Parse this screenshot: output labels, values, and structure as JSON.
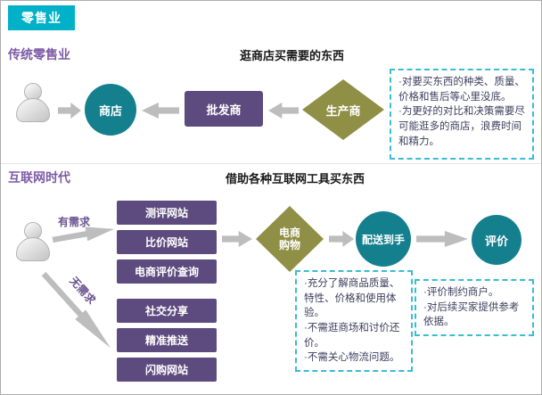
{
  "badge": {
    "label": "零售业"
  },
  "colors": {
    "accent_cyan": "#00b1c8",
    "node_purple": "#5d4a7e",
    "node_teal": "#14808e",
    "node_olive": "#8f8f45",
    "note_border": "#38bdd2",
    "title_purple": "#7d5ba6",
    "arrow_gray": "#bdbdbd"
  },
  "traditional": {
    "title": "传统零售业",
    "subtitle": "逛商店买需要的东西",
    "store": "商店",
    "wholesaler": "批发商",
    "producer": "生产商",
    "note": [
      "·对要买东西的种类、质量、价格和售后等心里没底。",
      "·为更好的对比和决策需要尽可能逛多的商店，浪费时间和精力。"
    ]
  },
  "internet": {
    "title": "互联网时代",
    "subtitle": "借助各种互联网工具买东西",
    "label_demand": "有需求",
    "label_no_demand": "无需求",
    "tools": [
      "测评网站",
      "比价网站",
      "电商评价查询",
      "社交分享",
      "精准推送",
      "闪购网站"
    ],
    "shopping": "电商购物",
    "delivery": "配送到手",
    "review": "评价",
    "note_shopping": [
      "·充分了解商品质量、特性、价格和使用体验。",
      "·不需逛商场和讨价还价。",
      "·不需关心物流问题。"
    ],
    "note_review": [
      "·评价制约商户。",
      "·对后续买家提供参考依据。"
    ]
  }
}
